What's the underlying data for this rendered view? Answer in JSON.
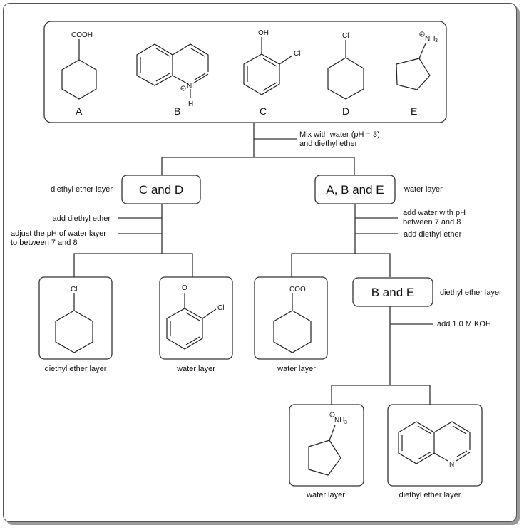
{
  "compounds": [
    {
      "letter": "A",
      "name": "cyclohexanecarboxylic acid",
      "substituent": "COOH"
    },
    {
      "letter": "B",
      "name": "quinolinium",
      "substituent": "N",
      "charge": "+",
      "h": "H"
    },
    {
      "letter": "C",
      "name": "2-chlorophenol",
      "substituent": "OH",
      "substituent2": "Cl"
    },
    {
      "letter": "D",
      "name": "chlorocyclohexane",
      "substituent": "Cl"
    },
    {
      "letter": "E",
      "name": "cyclopentylammonium",
      "substituent": "NH",
      "sub_index": "3",
      "charge": "+"
    }
  ],
  "step1": {
    "line1": "Mix with water (pH = 3)",
    "line2": "and diethyl ether"
  },
  "left_branch": {
    "group_label": "C and D",
    "layer": "diethyl ether layer",
    "step_a": "add diethyl ether",
    "step_b_line1": "adjust the pH of water layer",
    "step_b_line2": "to between 7 and 8",
    "products": [
      {
        "name": "chlorocyclohexane",
        "substituent": "Cl",
        "layer": "diethyl ether layer"
      },
      {
        "name": "2-chlorophenoxide",
        "substituent": "O",
        "charge": "-",
        "substituent2": "Cl",
        "layer": "water layer"
      }
    ]
  },
  "right_branch": {
    "group_label": "A, B and E",
    "layer": "water layer",
    "step_a_line1": "add water with pH",
    "step_a_line2": "between 7 and 8",
    "step_b": "add diethyl ether",
    "products": [
      {
        "name": "cyclohexanecarboxylate",
        "substituent": "COO",
        "charge": "-",
        "layer": "water layer"
      }
    ],
    "sub_group": {
      "group_label": "B and E",
      "layer": "diethyl ether layer",
      "step": "add 1.0 M KOH",
      "products": [
        {
          "name": "cyclopentylammonium",
          "substituent": "NH",
          "sub_index": "3",
          "charge": "+",
          "layer": "water layer"
        },
        {
          "name": "quinoline",
          "substituent": "N",
          "layer": "diethyl ether layer"
        }
      ]
    }
  }
}
